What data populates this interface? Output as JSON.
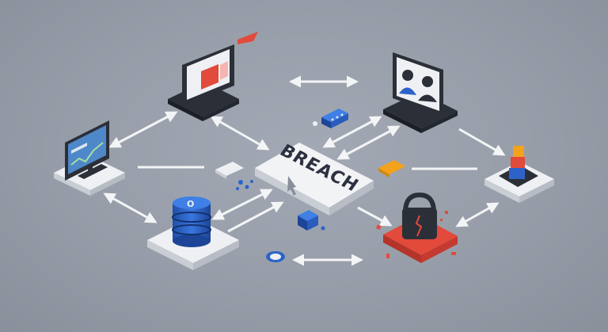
{
  "center_label": "BREACH",
  "nodes": {
    "left_monitor": {
      "kind": "monitor",
      "screen": "chart"
    },
    "top_monitor": {
      "kind": "monitor",
      "screen": "alert-card"
    },
    "right_monitor": {
      "kind": "monitor",
      "screen": "video-call"
    },
    "database": {
      "kind": "server-stack",
      "label_glyph": "O"
    },
    "stack_tile": {
      "kind": "block-stack"
    },
    "lock": {
      "kind": "broken-lock",
      "state": "breached"
    }
  },
  "colors": {
    "background": "#979da8",
    "tile": "#eef0f3",
    "tile_side": "#c9cdd4",
    "accent_blue": "#2d63c8",
    "accent_red": "#e24a3b",
    "accent_orange": "#f4a21b",
    "device_dark": "#2b2f38",
    "arrow": "#f3f4f6"
  }
}
